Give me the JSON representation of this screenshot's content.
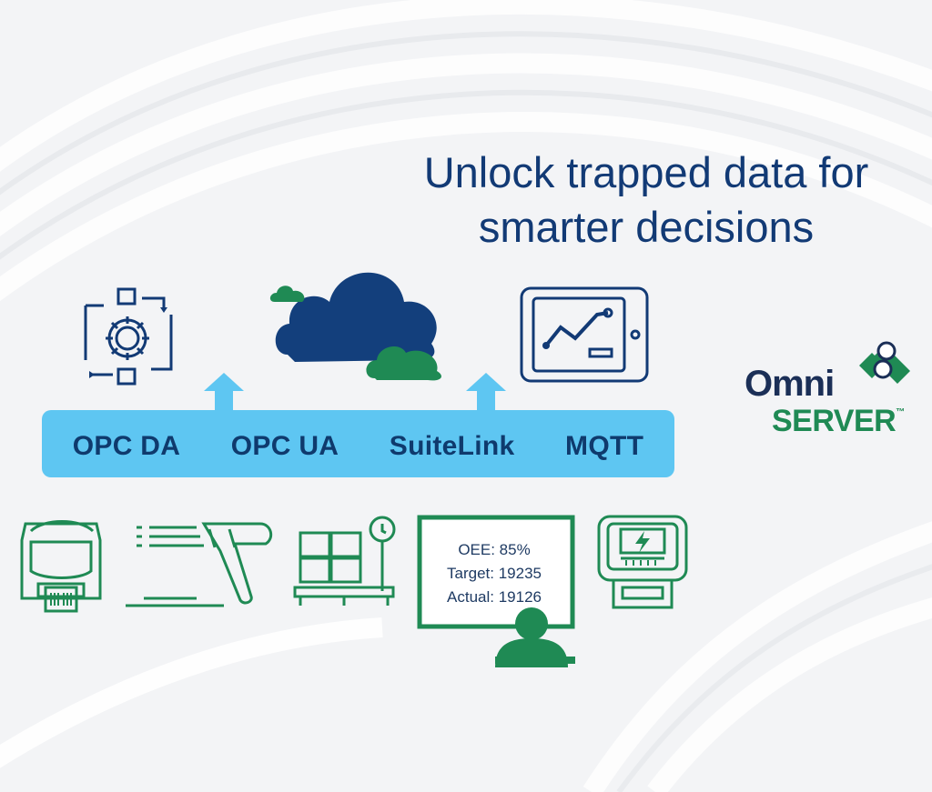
{
  "headline": {
    "line1": "Unlock trapped data for",
    "line2": "smarter decisions"
  },
  "protocols": [
    "OPC DA",
    "OPC UA",
    "SuiteLink",
    "MQTT"
  ],
  "logo": {
    "word1": "Omni",
    "word2": "SERVER",
    "trademark": "™"
  },
  "oee_screen": {
    "line1": "OEE: 85%",
    "line2": "Target: 19235",
    "line3": "Actual: 19126"
  },
  "icons": {
    "top": [
      "gear-process-icon",
      "cloud-icon",
      "trend-monitor-icon"
    ],
    "arrows": [
      "arrow-up-icon",
      "arrow-up-icon"
    ],
    "bottom": [
      "label-printer-icon",
      "barcode-scanner-icon",
      "pallet-scale-icon",
      "operator-monitor-icon",
      "energy-meter-icon"
    ]
  },
  "colors": {
    "navy": "#123a75",
    "blue_bar": "#5ec6f2",
    "green": "#1f8a54"
  }
}
